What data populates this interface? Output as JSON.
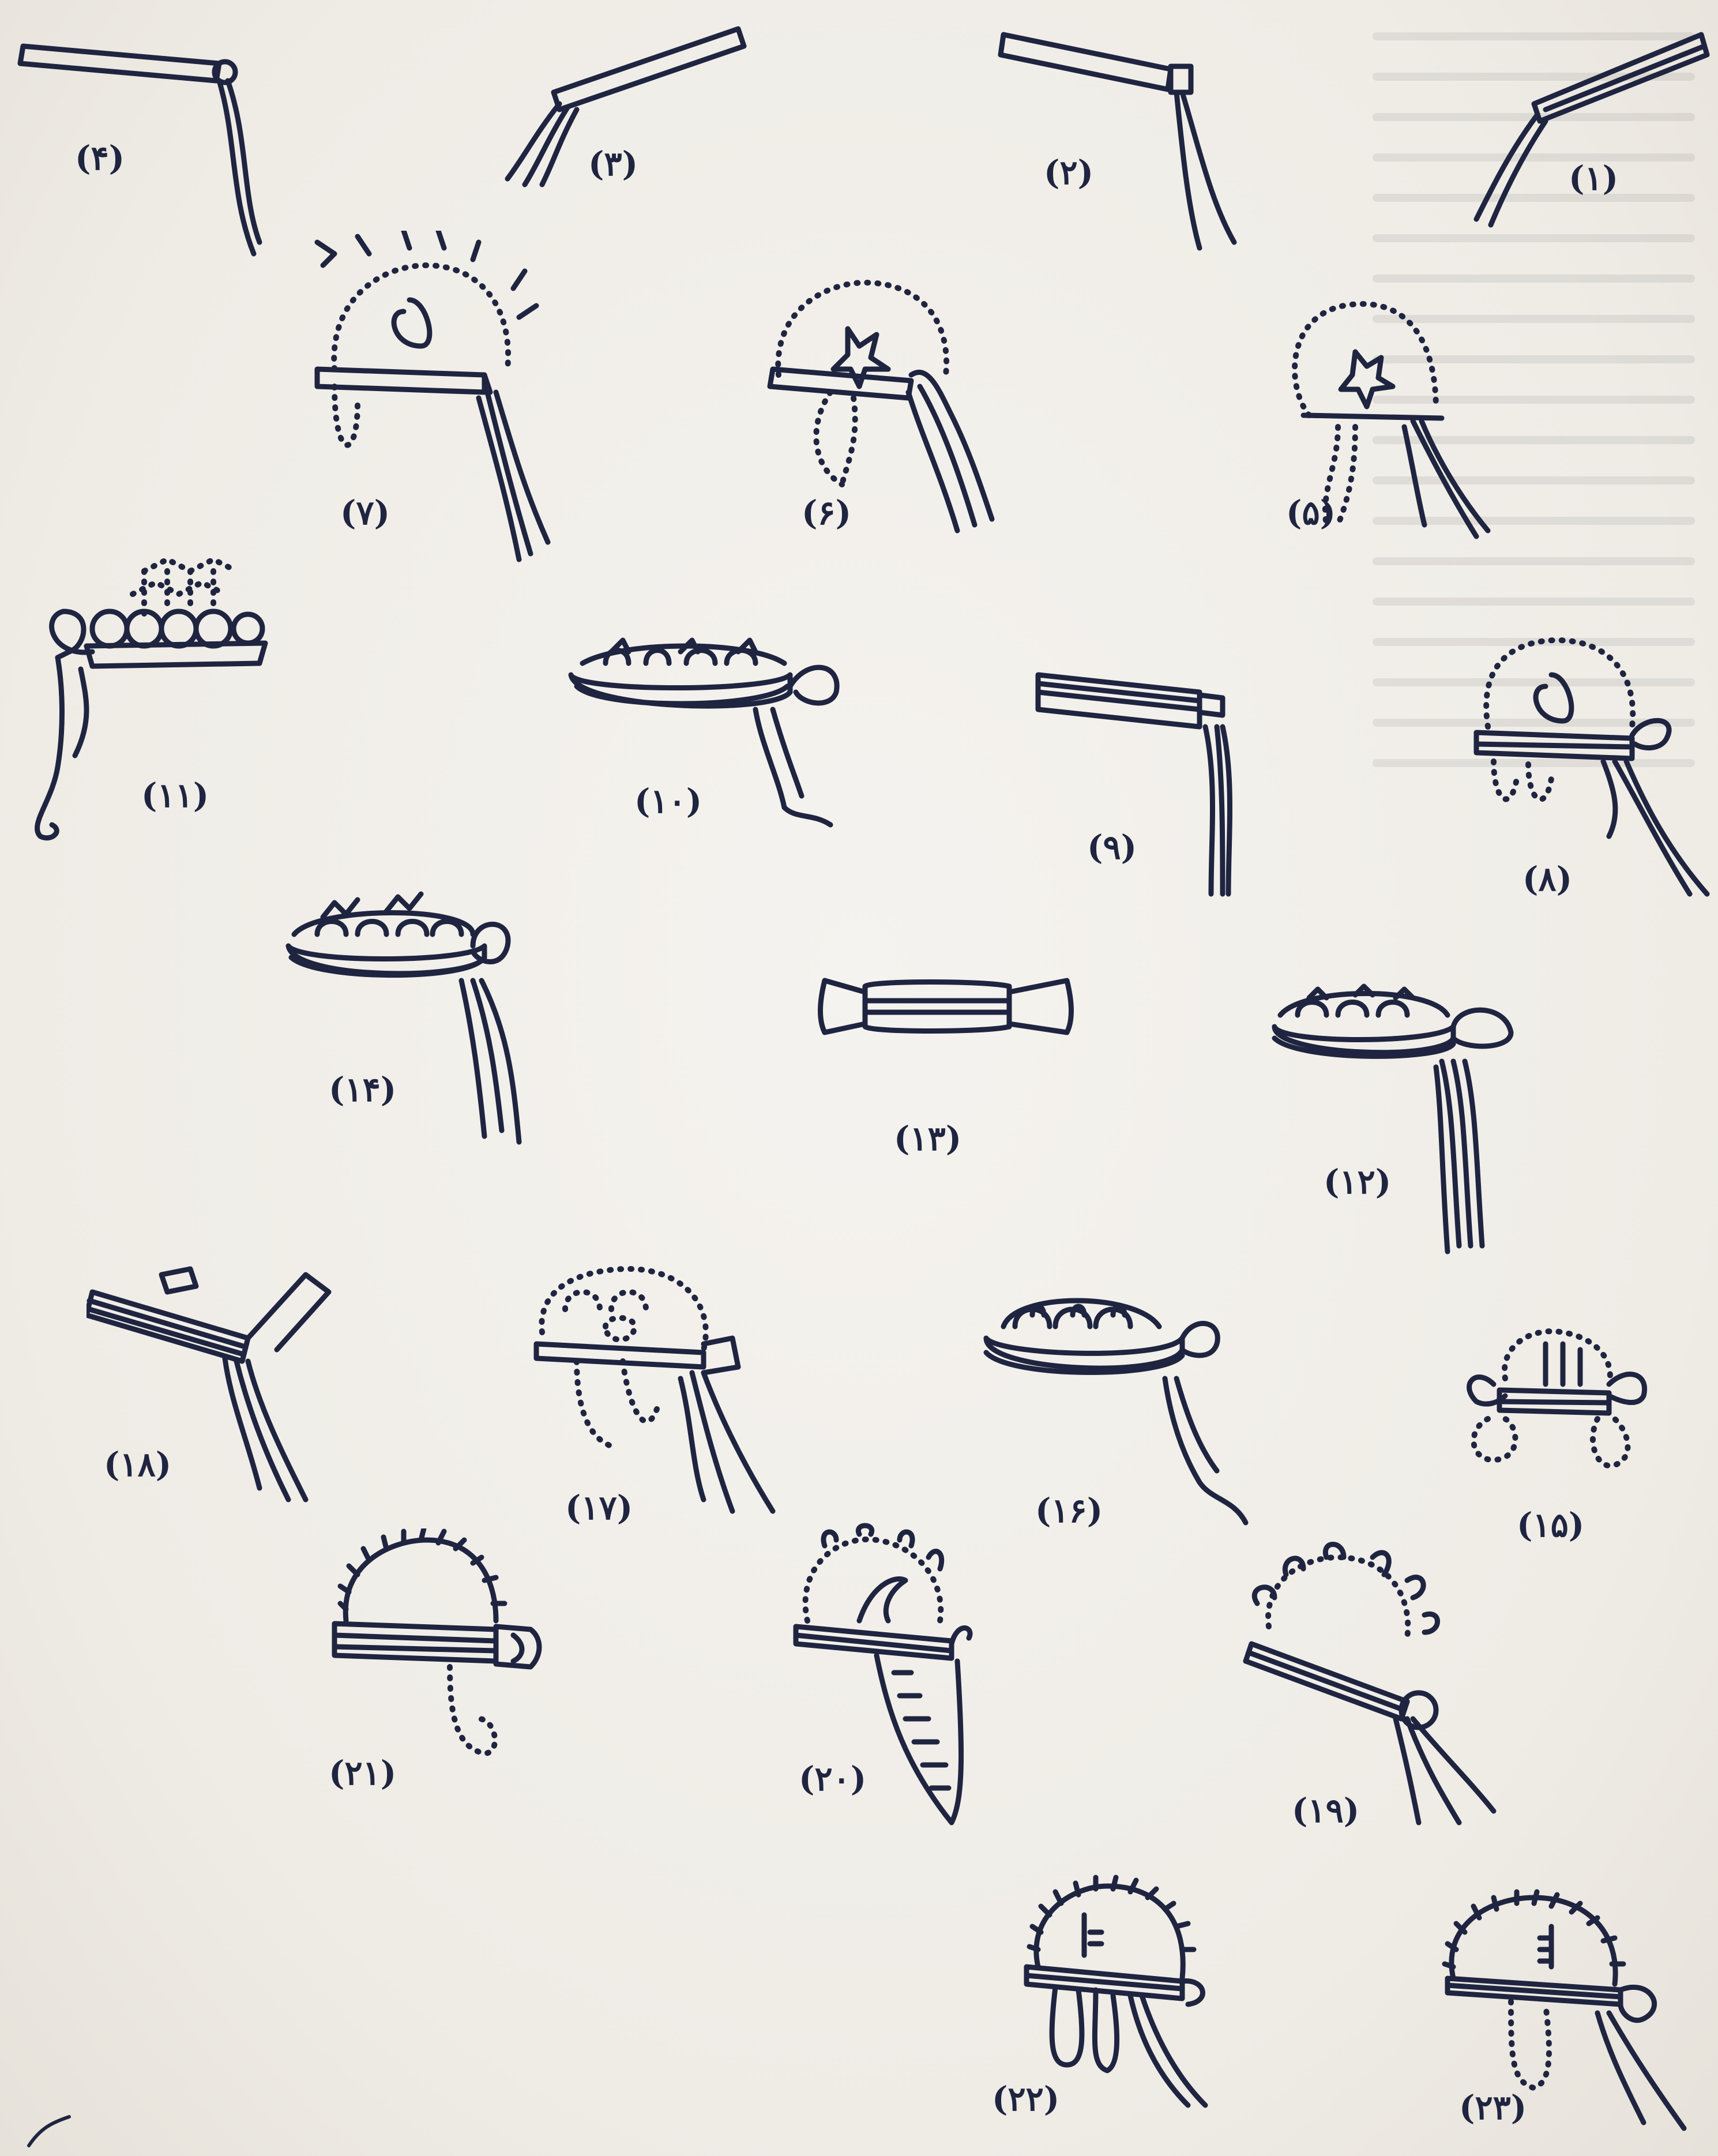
{
  "figures": [
    {
      "id": 1,
      "label": "١"
    },
    {
      "id": 2,
      "label": "٢"
    },
    {
      "id": 3,
      "label": "٣"
    },
    {
      "id": 4,
      "label": "۴"
    },
    {
      "id": 5,
      "label": "۵"
    },
    {
      "id": 6,
      "label": "۶"
    },
    {
      "id": 7,
      "label": "٧"
    },
    {
      "id": 8,
      "label": "٨"
    },
    {
      "id": 9,
      "label": "٩"
    },
    {
      "id": 10,
      "label": "١٠"
    },
    {
      "id": 11,
      "label": "١١"
    },
    {
      "id": 12,
      "label": "١٢"
    },
    {
      "id": 13,
      "label": "١٣"
    },
    {
      "id": 14,
      "label": "١۴"
    },
    {
      "id": 15,
      "label": "١۵"
    },
    {
      "id": 16,
      "label": "١۶"
    },
    {
      "id": 17,
      "label": "١٧"
    },
    {
      "id": 18,
      "label": "١٨"
    },
    {
      "id": 19,
      "label": "١٩"
    },
    {
      "id": 20,
      "label": "٢٠"
    },
    {
      "id": 21,
      "label": "٢١"
    },
    {
      "id": 22,
      "label": "٢٢"
    },
    {
      "id": 23,
      "label": "٢٣"
    }
  ],
  "colors": {
    "ink": "#1f2540",
    "paper": "#f1efea"
  }
}
